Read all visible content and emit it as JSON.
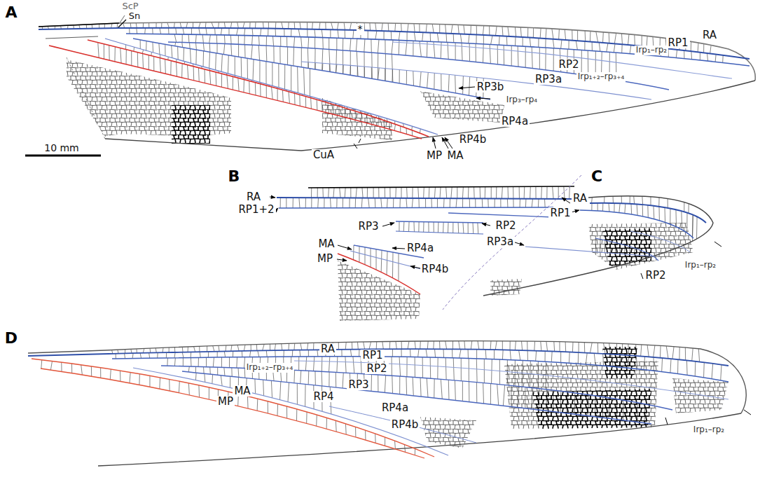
{
  "diagram": {
    "labels": [
      "A",
      "ScP",
      "Sn",
      "*",
      "RA",
      "RP1",
      "Irp₁–rp₂",
      "RP2",
      "RP3a",
      "Irp₁₊₂–rp₃₊₄",
      "RP3b",
      "Irp₃–rp₄",
      "RP4a",
      "RP4b",
      "MA",
      "MP",
      "CuA",
      "10 mm",
      "B",
      "RA",
      "RP1+2",
      "RP3",
      "RP2",
      "MA",
      "RP4a",
      "MP",
      "RP4b",
      "C",
      "RA",
      "RP1",
      "RP3a",
      "Irp₁–rp₂",
      "RP2",
      "D",
      "RA",
      "RP1",
      "Irp₁₊₂–rp₃₊₄",
      "RP2",
      "RP3",
      "MA",
      "RP4",
      "MP",
      "RP4a",
      "RP4b",
      "Irp₁–rp₂"
    ]
  }
}
